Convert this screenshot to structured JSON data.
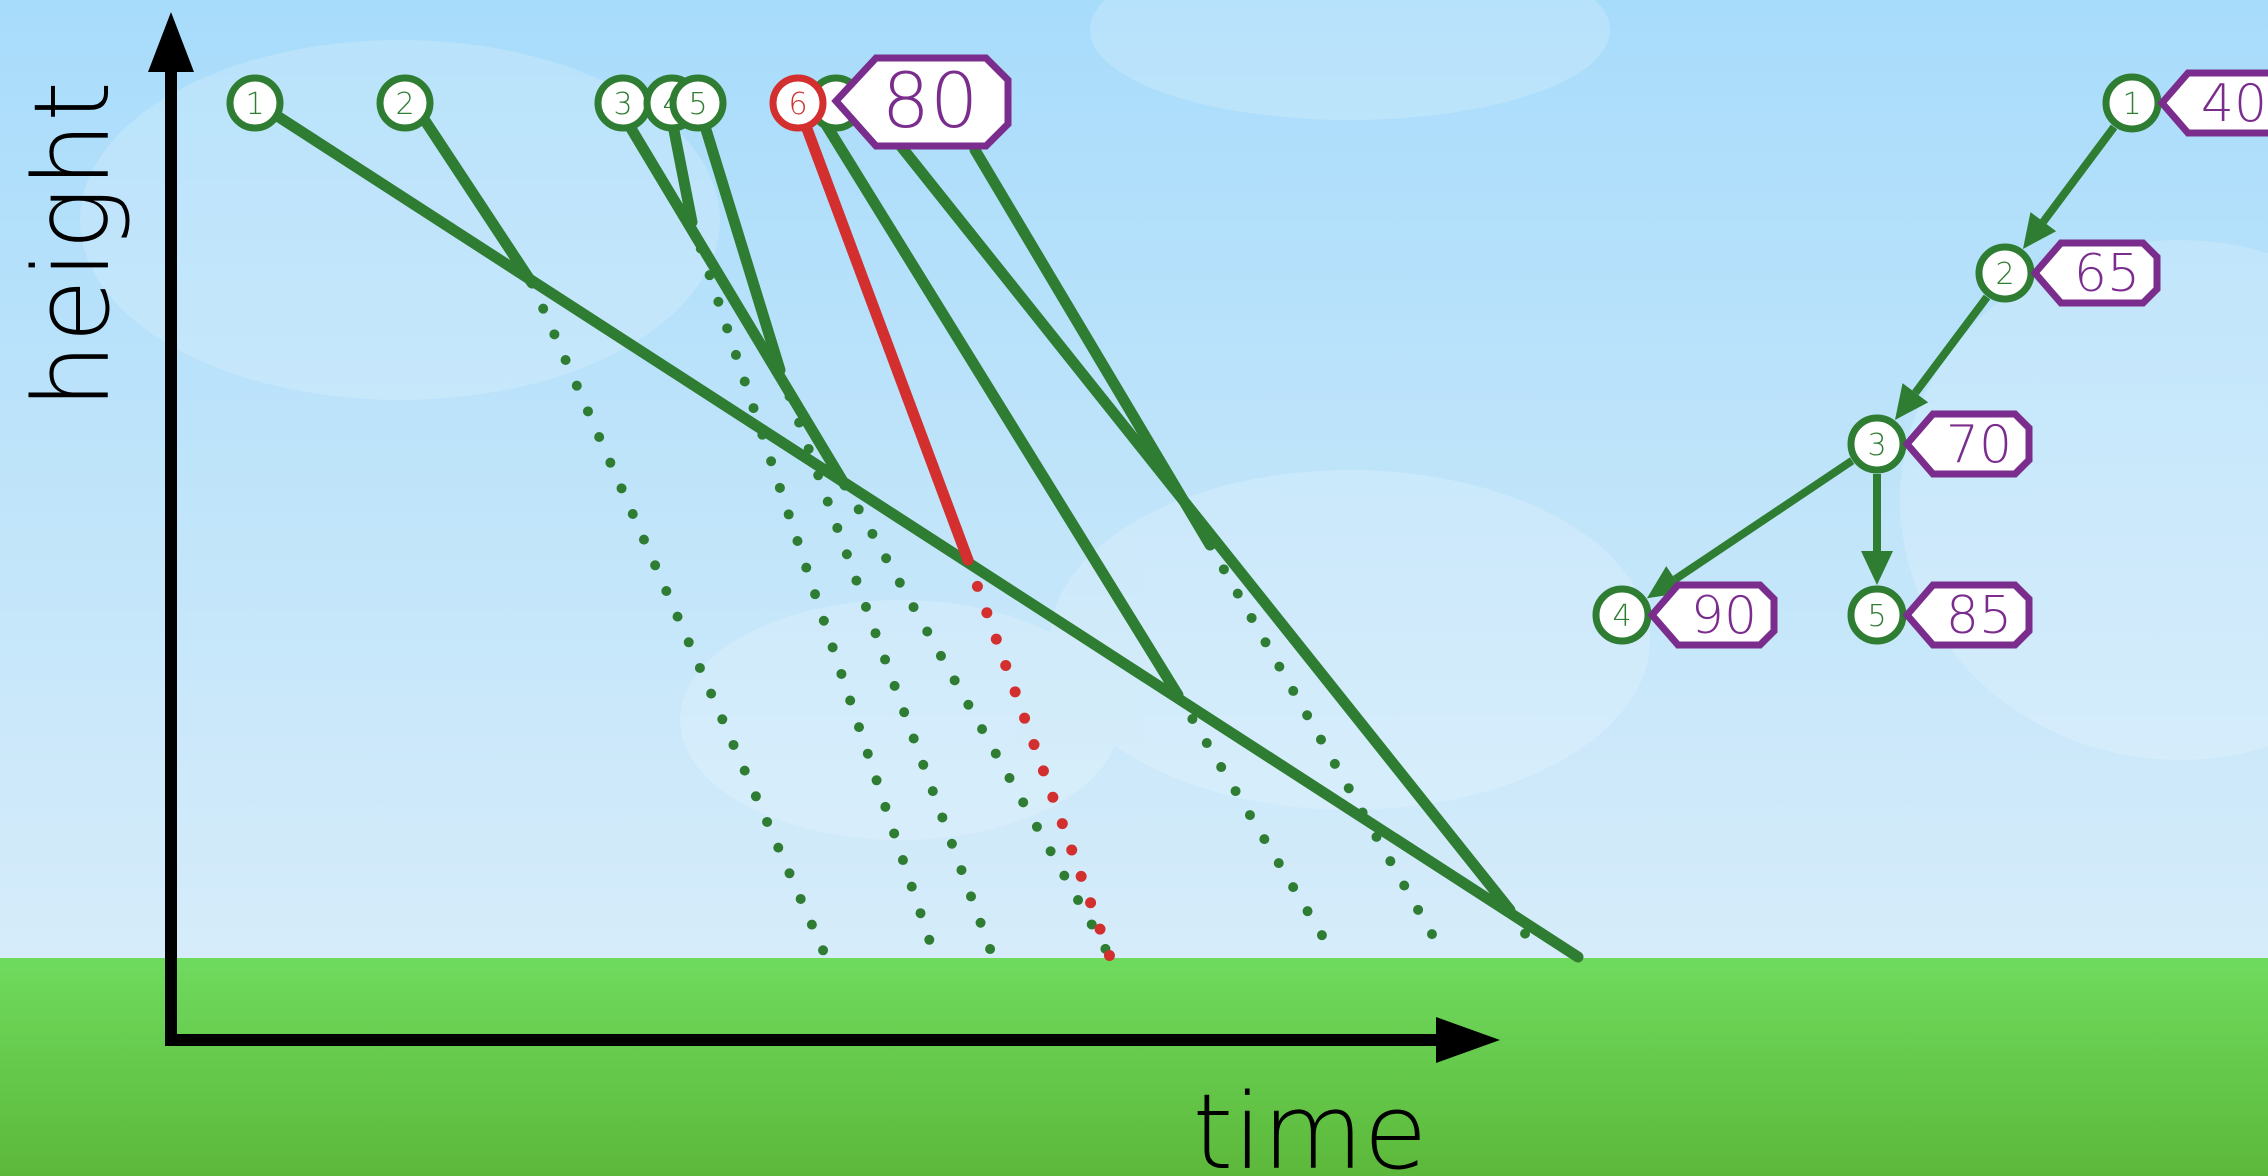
{
  "axes": {
    "x_label": "time",
    "y_label": "height"
  },
  "colors": {
    "sky_top": "#a8dcfb",
    "sky_bottom": "#d6ecfa",
    "grass_top": "#6fdb5e",
    "grass_bottom": "#5cb83a",
    "green": "#2f7d32",
    "red": "#d32f2f",
    "purple": "#7b2d8e",
    "axis": "#000000"
  },
  "balls": [
    {
      "label": "1",
      "color": "green"
    },
    {
      "label": "2",
      "color": "green"
    },
    {
      "label": "3",
      "color": "green"
    },
    {
      "label": "4",
      "color": "green"
    },
    {
      "label": "5",
      "color": "green"
    },
    {
      "label": "6",
      "color": "red"
    },
    {
      "label": "",
      "color": "green"
    }
  ],
  "current_value": "80",
  "tree": {
    "nodes": [
      {
        "id": "1",
        "value": "40"
      },
      {
        "id": "2",
        "value": "65"
      },
      {
        "id": "3",
        "value": "70"
      },
      {
        "id": "4",
        "value": "90"
      },
      {
        "id": "5",
        "value": "85"
      }
    ],
    "edges": [
      [
        "1",
        "2"
      ],
      [
        "2",
        "3"
      ],
      [
        "3",
        "4"
      ],
      [
        "3",
        "5"
      ]
    ]
  }
}
